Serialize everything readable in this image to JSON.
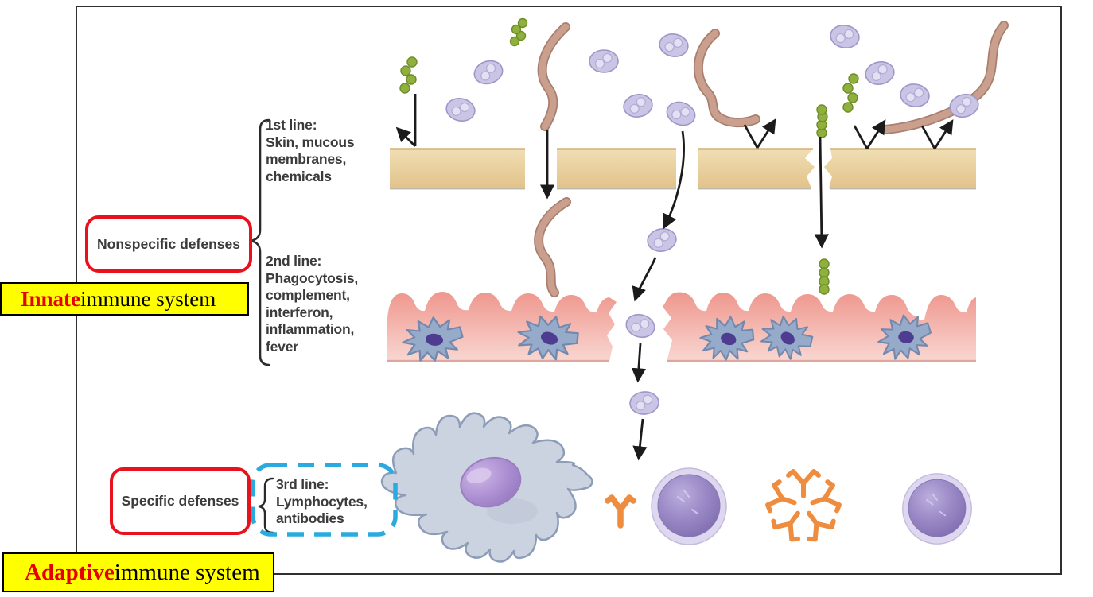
{
  "figure": {
    "kind": "immune-system-defense-diagram"
  },
  "labels": {
    "nonspecific": "Nonspecific defenses",
    "specific": "Specific defenses",
    "first_line": {
      "title": "1st line:",
      "rows": [
        "Skin, mucous",
        "membranes,",
        "chemicals"
      ]
    },
    "second_line": {
      "title": "2nd line:",
      "rows": [
        "Phagocytosis,",
        "complement,",
        "interferon,",
        "inflammation,",
        "fever"
      ]
    },
    "third_line": {
      "title": "3rd line:",
      "rows": [
        "Lymphocytes,",
        "antibodies"
      ]
    },
    "innate": {
      "highlight": "Innate",
      "rest": " immune system"
    },
    "adaptive": {
      "highlight": "Adaptive",
      "rest": " immune system"
    }
  },
  "colors": {
    "group_box_border": "#e8111c",
    "third_line_dashed_border": "#2aabdf",
    "system_box_background": "#ffff00",
    "system_highlight_text": "#e60000",
    "label_text": "#3b3b3b",
    "frame_border": "#2f2f2f",
    "skin_top": "#f0dfb4",
    "skin_bottom": "#e2c28a",
    "tissue_top": "#ee978d",
    "tissue_bottom": "#f9d7d2",
    "pathogen_fill": "#cbc5e5",
    "bacteria_green": "#8fb03c",
    "worm_brown": "#cb9f8d",
    "phagocyte_fill": "#96abc9",
    "macrophage_fill": "#ccd3e0",
    "lymphocyte_fill": "#9d8cc8",
    "antibody_orange": "#ee8c3f",
    "arrow_black": "#1b1b1b"
  },
  "icons": {
    "pathogen-cell-icon": "lavender oval microbe with two vacuoles",
    "bacteria-chain-icon": "chain of green cocci",
    "worm-icon": "brown S-shaped parasitic worm",
    "phagocyte-icon": "spiky blue-gray cell with purple nucleus",
    "macrophage-icon": "large gray amoeboid cell with purple nucleus",
    "lymphocyte-icon": "round purple cell with pale halo",
    "antibody-y-icon": "orange Y-shaped antibody",
    "antibody-igm-icon": "orange five-armed antibody star",
    "deflect-arrow-icon": "black arrow bouncing off barrier",
    "brace-icon": "curly brace grouping labels"
  }
}
